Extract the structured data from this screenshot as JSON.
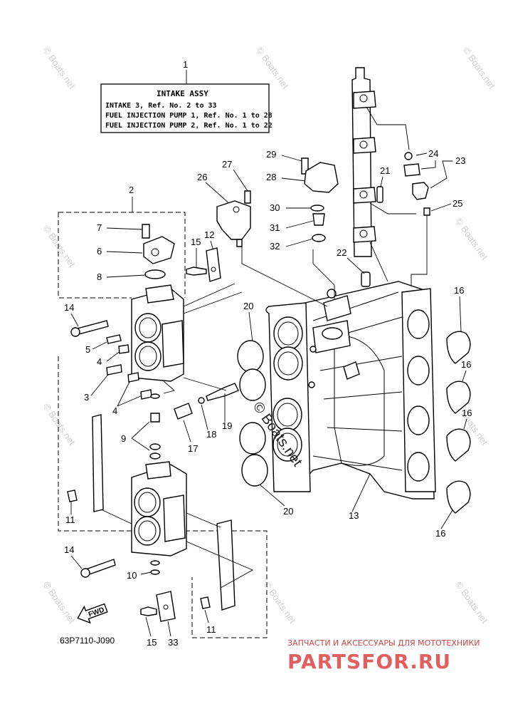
{
  "info_box": {
    "ref": "1",
    "title": "INTAKE ASSY",
    "lines": [
      "INTAKE 3, Ref. No. 2 to 33",
      "FUEL INJECTION PUMP 1, Ref. No. 1 to 28",
      "FUEL INJECTION PUMP 2, Ref. No. 1 to 22"
    ]
  },
  "callouts": {
    "c2": "2",
    "c3": "3",
    "c4a": "4",
    "c4b": "4",
    "c5": "5",
    "c6": "6",
    "c7": "7",
    "c8": "8",
    "c9": "9",
    "c10": "10",
    "c11a": "11",
    "c11b": "11",
    "c12": "12",
    "c13": "13",
    "c14a": "14",
    "c14b": "14",
    "c15a": "15",
    "c15b": "15",
    "c16a": "16",
    "c16b": "16",
    "c16c": "16",
    "c16d": "16",
    "c17": "17",
    "c18": "18",
    "c19": "19",
    "c20a": "20",
    "c20b": "20",
    "c21": "21",
    "c22": "22",
    "c23": "23",
    "c24": "24",
    "c25": "25",
    "c26": "26",
    "c27": "27",
    "c28": "28",
    "c29": "29",
    "c30": "30",
    "c31": "31",
    "c32": "32",
    "c33": "33"
  },
  "diagram_code": "63P7110-J090",
  "fwd_label": "FWD",
  "watermark_center": "© Boats.net",
  "watermark_small": "© Boats.net",
  "brand_tagline": "ЗАПЧАСТИ И АКСЕССУАРЫ ДЛЯ МОТОТЕХНИКИ",
  "brand_name": "PARTSFOR.RU",
  "colors": {
    "ink": "#000000",
    "brand": "#e06060",
    "watermark": "#d0d0d0"
  }
}
